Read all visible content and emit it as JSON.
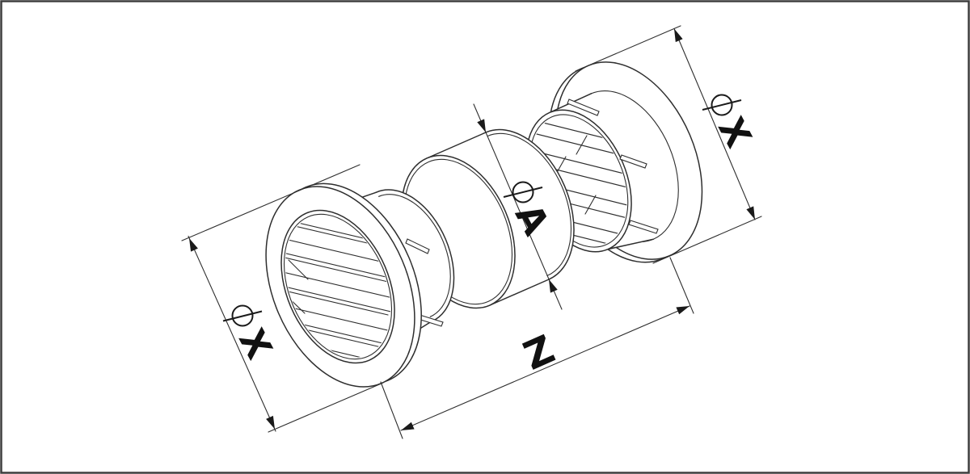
{
  "meta": {
    "background": "#ffffff",
    "line_color": "#2e2e2e",
    "label_color": "#111111",
    "drawing_type": "exploded technical line drawing, isometric-style parallel projection"
  },
  "parts": {
    "left_grille": "round louvered vent grille, front view with flange and slats",
    "connector_tube": "round duct connector sleeve",
    "right_grille": "round louvered vent grille, rear view showing spigot and louver backs"
  },
  "dimensions": {
    "dia_x_left": {
      "symbol": "⌀",
      "letter": "X",
      "measures": "left grille flange outer diameter"
    },
    "dia_a": {
      "symbol": "⌀",
      "letter": "A",
      "measures": "connector sleeve outer diameter"
    },
    "dia_x_right": {
      "symbol": "⌀",
      "letter": "X",
      "measures": "right grille flange outer diameter"
    },
    "length_z": {
      "letter": "Z",
      "measures": "overall assembly length"
    }
  }
}
